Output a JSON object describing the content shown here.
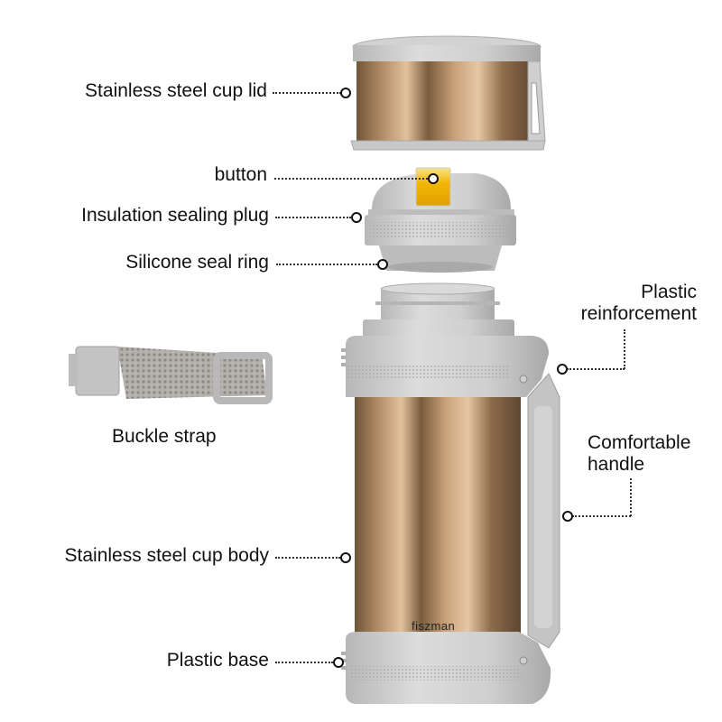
{
  "brand": "fiszman",
  "labels": {
    "cup_lid": "Stainless steel cup lid",
    "button": "button",
    "sealing_plug": "Insulation sealing plug",
    "seal_ring": "Silicone seal ring",
    "reinforcement_line1": "Plastic",
    "reinforcement_line2": "reinforcement",
    "buckle_strap": "Buckle strap",
    "handle_line1": "Comfortable",
    "handle_line2": "handle",
    "cup_body": "Stainless steel cup body",
    "base": "Plastic base"
  },
  "colors": {
    "steel_light": "#d9b48f",
    "steel_mid": "#a8845f",
    "steel_dark": "#6f5538",
    "plastic": "#c9c9c9",
    "plastic_dark": "#9e9e9e",
    "button_yellow": "#f2b705"
  }
}
